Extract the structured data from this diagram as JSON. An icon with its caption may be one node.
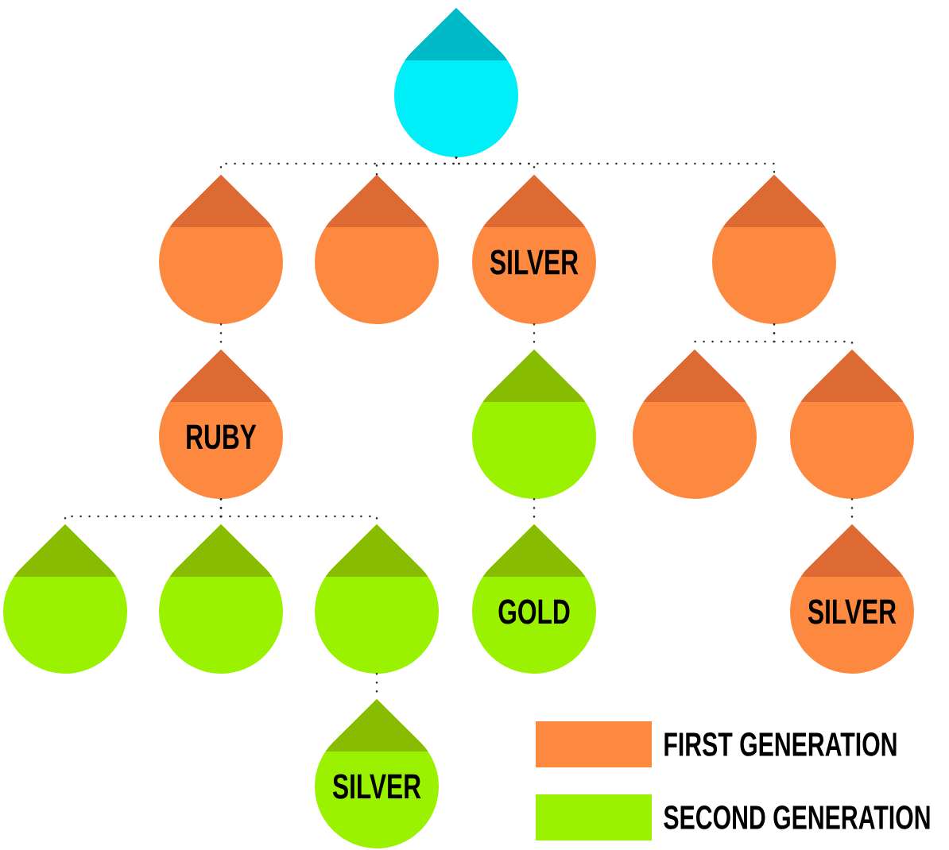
{
  "diagram": {
    "nodes": [
      {
        "text": [],
        "shape": "drop"
      },
      {
        "text": [],
        "shape": "drop"
      },
      {
        "text": [],
        "shape": "drop"
      },
      {
        "text": [
          "SILVER"
        ]
      },
      {
        "text": [],
        "shape": "drop"
      },
      {
        "text": [
          "RUBY"
        ]
      },
      {
        "text": [],
        "shape": "drop"
      },
      {
        "text": [],
        "shape": "drop"
      },
      {
        "text": [],
        "shape": "drop"
      },
      {
        "text": [],
        "shape": "drop"
      },
      {
        "text": [],
        "shape": "drop"
      },
      {
        "text": [],
        "shape": "drop"
      },
      {
        "text": [
          "GOLD"
        ]
      },
      {
        "text": [
          "SILVER"
        ]
      },
      {
        "text": [
          "SILVER"
        ]
      }
    ],
    "edges": [
      {
        "from": 0,
        "to": 1,
        "arrow": "none"
      },
      {
        "from": 0,
        "to": 2,
        "arrow": "none"
      },
      {
        "from": 0,
        "to": 3,
        "arrow": "none"
      },
      {
        "from": 0,
        "to": 4,
        "arrow": "none"
      },
      {
        "from": 1,
        "to": 5,
        "arrow": "none"
      },
      {
        "from": 3,
        "to": 6,
        "arrow": "none"
      },
      {
        "from": 4,
        "to": 7,
        "arrow": "none"
      },
      {
        "from": 4,
        "to": 8,
        "arrow": "none"
      },
      {
        "from": 5,
        "to": 9,
        "arrow": "none"
      },
      {
        "from": 5,
        "to": 10,
        "arrow": "none"
      },
      {
        "from": 5,
        "to": 11,
        "arrow": "none"
      },
      {
        "from": 6,
        "to": 12,
        "arrow": "none"
      },
      {
        "from": 8,
        "to": 13,
        "arrow": "none"
      },
      {
        "from": 11,
        "to": 14,
        "arrow": "none"
      }
    ],
    "legend": [
      {
        "text": "FIRST GENERATION",
        "color": "#fd8940"
      },
      {
        "text": "SECOND GENERATION",
        "color": "#9bf200"
      }
    ]
  }
}
